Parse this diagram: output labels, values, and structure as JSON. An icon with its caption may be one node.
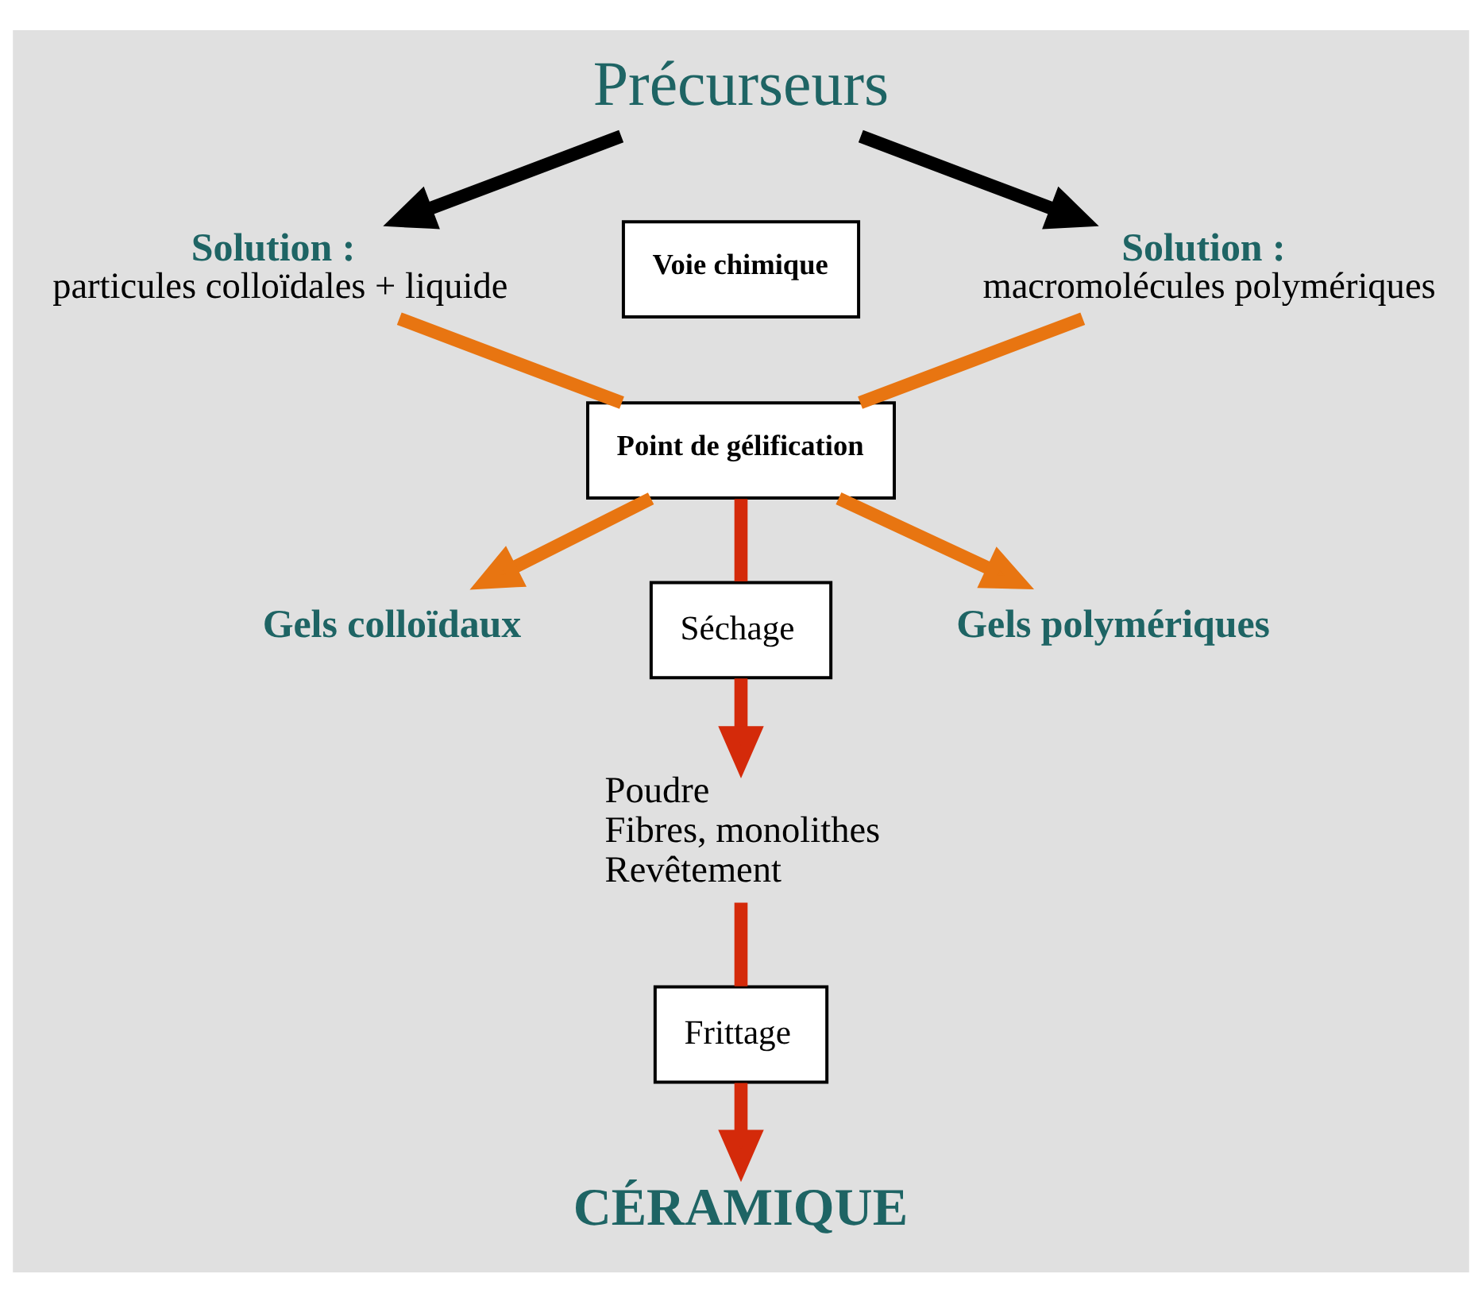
{
  "diagram": {
    "nodes": [
      {
        "text": [
          "Précurseurs"
        ]
      },
      {
        "text": [
          "Voie chimique"
        ]
      },
      {
        "text": [
          "Solution :",
          "particules colloïdales + liquide"
        ]
      },
      {
        "text": [
          "Solution :",
          "macromolécules polymériques"
        ]
      },
      {
        "text": [
          "Point de gélification"
        ]
      },
      {
        "text": [
          "Gels colloïdaux"
        ]
      },
      {
        "text": [
          "Gels polymériques"
        ]
      },
      {
        "text": [
          "Séchage"
        ]
      },
      {
        "text": [
          "Poudre",
          "Fibres, monolithes",
          "Revêtement"
        ]
      },
      {
        "text": [
          "Frittage"
        ]
      },
      {
        "text": [
          "CÉRAMIQUE"
        ]
      }
    ],
    "edges": [
      {
        "from": 0,
        "to": 2,
        "arrow": "to",
        "color": "#000000"
      },
      {
        "from": 0,
        "to": 3,
        "arrow": "to",
        "color": "#000000"
      },
      {
        "from": 2,
        "to": 4,
        "arrow": "none",
        "color": "#e87511"
      },
      {
        "from": 3,
        "to": 4,
        "arrow": "none",
        "color": "#e87511"
      },
      {
        "from": 4,
        "to": 5,
        "arrow": "to",
        "color": "#e87511"
      },
      {
        "from": 4,
        "to": 6,
        "arrow": "to",
        "color": "#e87511"
      },
      {
        "from": 4,
        "to": 7,
        "arrow": "none",
        "color": "#d42a0a"
      },
      {
        "from": 7,
        "to": 8,
        "arrow": "to",
        "color": "#d42a0a"
      },
      {
        "from": 8,
        "to": 9,
        "arrow": "none",
        "color": "#d42a0a"
      },
      {
        "from": 9,
        "to": 10,
        "arrow": "to",
        "color": "#d42a0a"
      }
    ]
  }
}
